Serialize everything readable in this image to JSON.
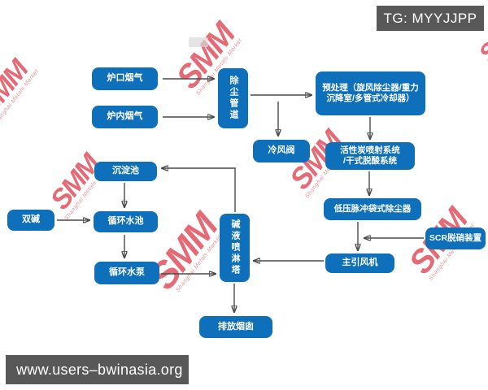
{
  "overlays": {
    "tg_label": "TG: MYYJJPP",
    "url_label": "www.users–bwinasia.org"
  },
  "watermark": {
    "text": "SMM",
    "subtext": "Shanghai Metals Market"
  },
  "colors": {
    "node_fill": "#0e6fba",
    "node_text": "#ffffff",
    "arrow": "#4a4a4a",
    "overlay_bg": "#585858",
    "overlay_text": "#ffffff",
    "watermark_red": "#e04653",
    "background": "#ffffff"
  },
  "diagram": {
    "nodes": [
      {
        "id": "furnace-mouth-gas",
        "label": "炉口烟气"
      },
      {
        "id": "furnace-inner-gas",
        "label": "炉内烟气"
      },
      {
        "id": "dust-duct",
        "label": "除尘管道",
        "orientation": "vertical"
      },
      {
        "id": "pretreatment",
        "label": "预处理（旋风除尘器/重力沉降室/多管式冷却器）",
        "line1": "预处理（旋风除尘器/重力",
        "line2": "沉降室/多管式冷却器）"
      },
      {
        "id": "cold-air-valve",
        "label": "冷风阀"
      },
      {
        "id": "activated-carbon-system",
        "label": "活性炭喷射系统/干式脱酸系统",
        "line1": "活性炭喷射系统",
        "line2": "/干式脱酸系统"
      },
      {
        "id": "bag-filter",
        "label": "低压脉冲袋式除尘器"
      },
      {
        "id": "scr-denitration",
        "label": "SCR脱硝装置"
      },
      {
        "id": "main-fan",
        "label": "主引风机"
      },
      {
        "id": "sedimentation-pool",
        "label": "沉淀池"
      },
      {
        "id": "dual-alkali",
        "label": "双碱"
      },
      {
        "id": "circulating-pool",
        "label": "循环水池"
      },
      {
        "id": "circulating-pump",
        "label": "循环水泵"
      },
      {
        "id": "spray-tower",
        "label": "碱液喷淋塔",
        "orientation": "vertical"
      },
      {
        "id": "discharge-stack",
        "label": "排放烟囱"
      }
    ],
    "edges": [
      {
        "from": "furnace-mouth-gas",
        "to": "dust-duct"
      },
      {
        "from": "furnace-inner-gas",
        "to": "dust-duct"
      },
      {
        "from": "dust-duct",
        "to": "pretreatment"
      },
      {
        "from": "dust-duct",
        "to": "cold-air-valve"
      },
      {
        "from": "pretreatment",
        "to": "activated-carbon-system"
      },
      {
        "from": "activated-carbon-system",
        "to": "bag-filter"
      },
      {
        "from": "bag-filter",
        "to": "main-fan"
      },
      {
        "from": "scr-denitration",
        "to": "main-fan"
      },
      {
        "from": "main-fan",
        "to": "spray-tower"
      },
      {
        "from": "circulating-pump",
        "to": "spray-tower"
      },
      {
        "from": "spray-tower",
        "to": "sedimentation-pool"
      },
      {
        "from": "sedimentation-pool",
        "to": "circulating-pool"
      },
      {
        "from": "dual-alkali",
        "to": "circulating-pool"
      },
      {
        "from": "circulating-pool",
        "to": "circulating-pump"
      },
      {
        "from": "spray-tower",
        "to": "discharge-stack"
      }
    ]
  }
}
